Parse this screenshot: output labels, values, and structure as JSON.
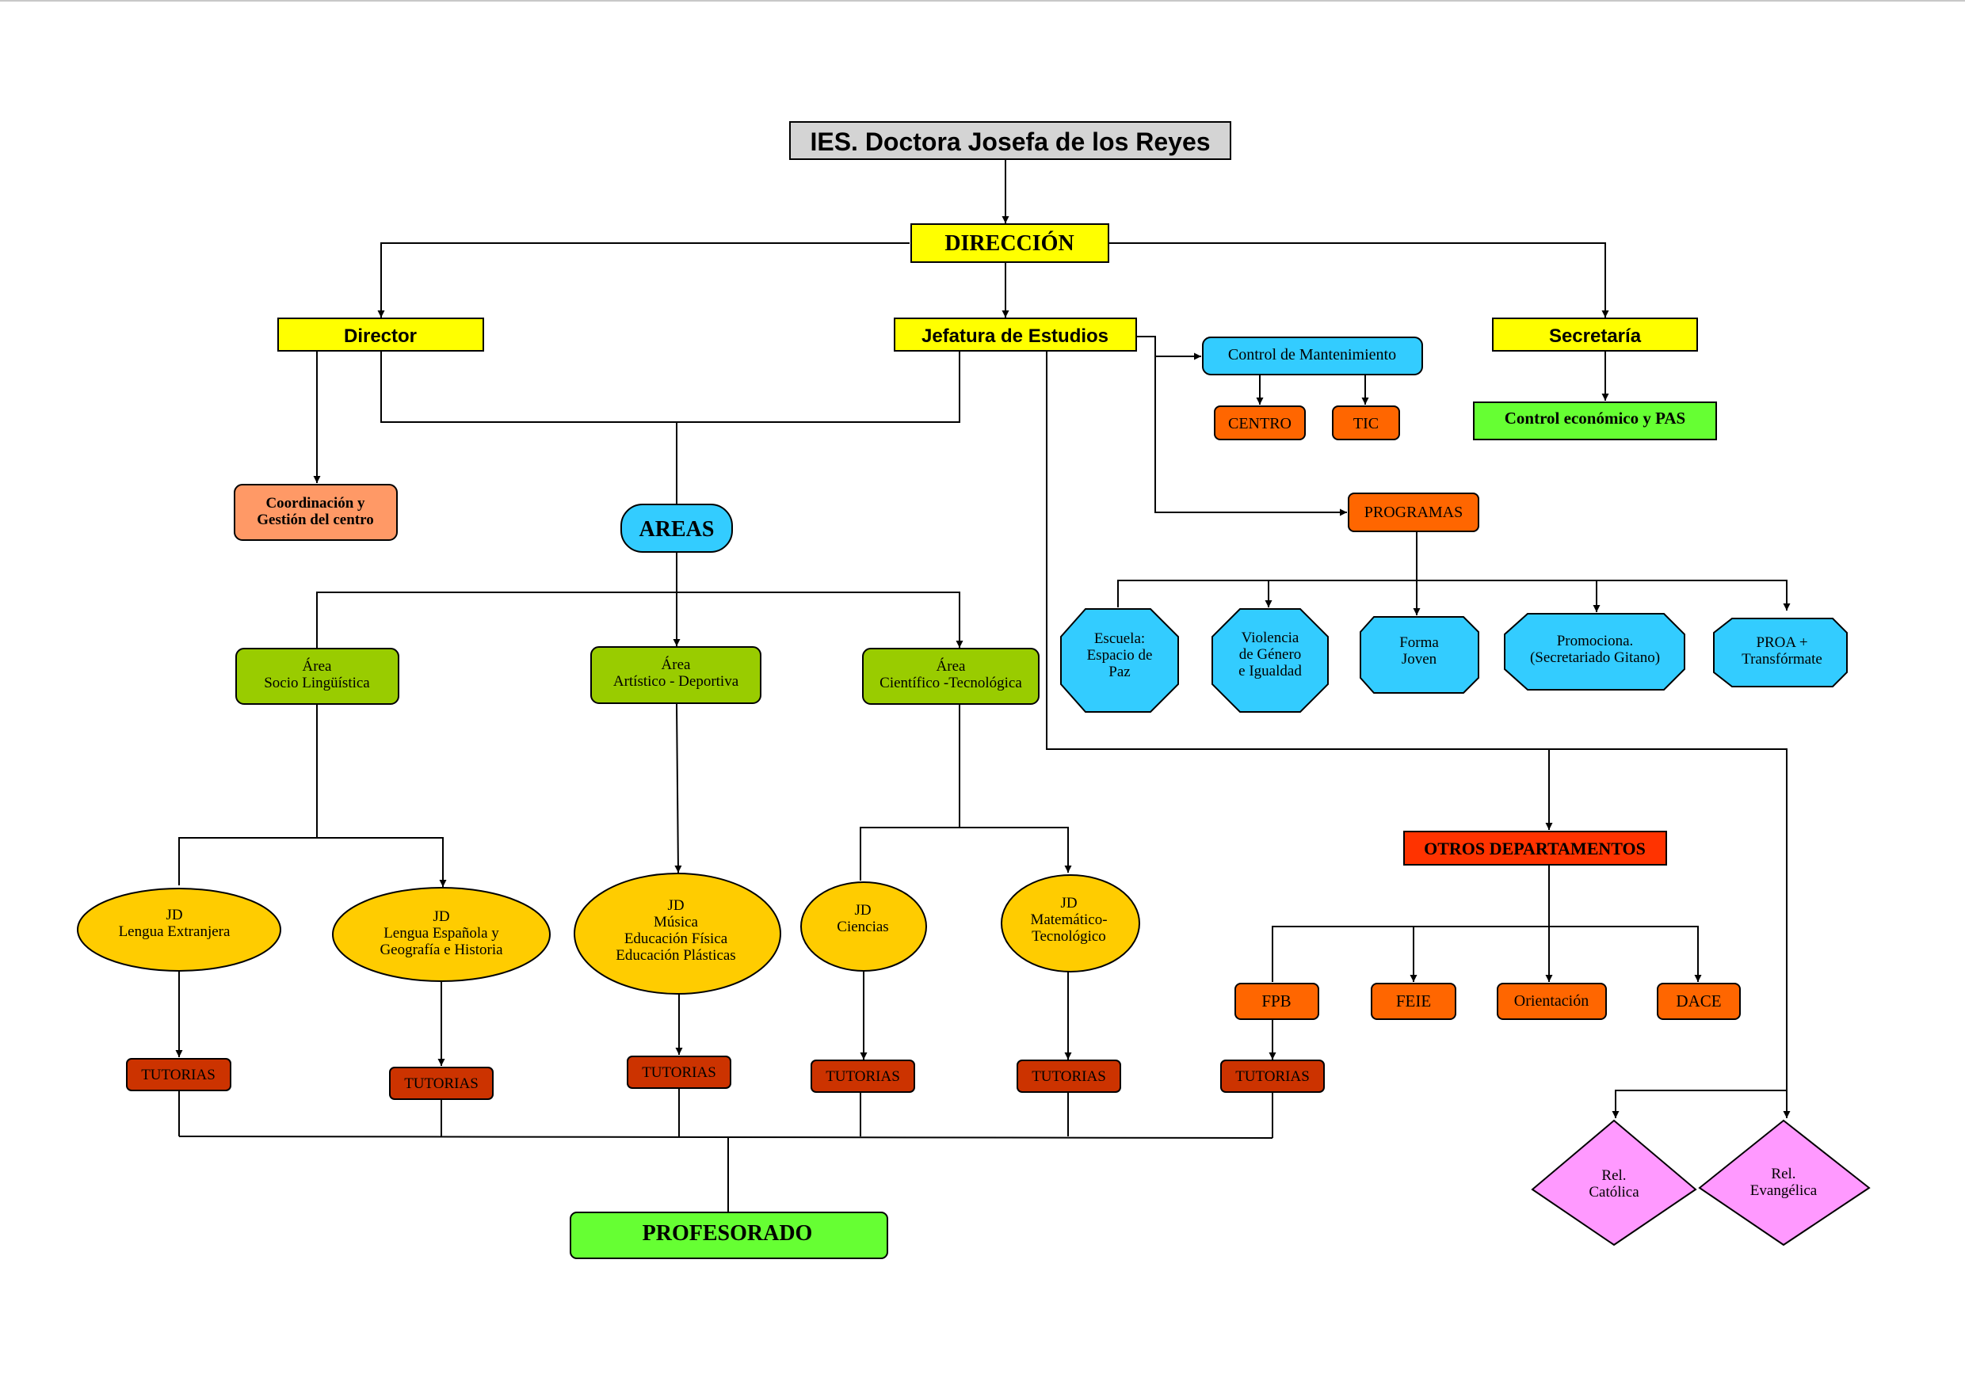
{
  "colors": {
    "yellow": "#ffff00",
    "grey": "#d4d4d4",
    "green_light": "#66ff33",
    "green_area": "#99cc00",
    "orange_light": "#ff9966",
    "orange": "#ff6600",
    "red_dept": "#ff3300",
    "red_dark": "#cc3300",
    "cyan": "#33ccff",
    "gold": "#ffcc00",
    "pink": "#ff99ff"
  },
  "nodes": {
    "title": "IES. Doctora Josefa de los Reyes",
    "direccion": "DIRECCIÓN",
    "director": "Director",
    "jefatura": "Jefatura de Estudios",
    "secretaria": "Secretaría",
    "control_mant": "Control de Mantenimiento",
    "centro": "CENTRO",
    "tic": "TIC",
    "control_econ": "Control económico y PAS",
    "coordinacion": [
      "Coordinación y",
      "Gestión del centro"
    ],
    "areas": "AREAS",
    "programas": "PROGRAMAS",
    "escuela": [
      "Escuela:",
      "Espacio de",
      "Paz"
    ],
    "violencia": [
      "Violencia",
      "de Género",
      "e Igualdad"
    ],
    "forma_joven": [
      "Forma",
      "Joven"
    ],
    "promociona": [
      "Promociona.",
      "(Secretariado Gitano)"
    ],
    "proa": [
      "PROA +",
      "Transfórmate"
    ],
    "area_socio": [
      "Área",
      "Socio Lingüística"
    ],
    "area_artistico": [
      "Área",
      "Artístico - Deportiva"
    ],
    "area_cientifico": [
      "Área",
      "Científico -Tecnológica"
    ],
    "otros_dept": "OTROS DEPARTAMENTOS",
    "jd_lengua_ext": [
      "JD",
      "Lengua Extranjera"
    ],
    "jd_lengua_esp": [
      "JD",
      "Lengua Española y",
      "Geografía e Historia"
    ],
    "jd_musica": [
      "JD",
      "Música",
      "Educación Física",
      "Educación Plásticas"
    ],
    "jd_ciencias": [
      "JD",
      "Ciencias"
    ],
    "jd_matematico": [
      "JD",
      "Matemático-",
      "Tecnológico"
    ],
    "fpb": "FPB",
    "feie": "FEIE",
    "orientacion": "Orientación",
    "dace": "DACE",
    "tutorias": "TUTORIAS",
    "rel_catolica": [
      "Rel.",
      "Católica"
    ],
    "rel_evangelica": [
      "Rel.",
      "Evangélica"
    ],
    "profesorado": "PROFESORADO"
  }
}
